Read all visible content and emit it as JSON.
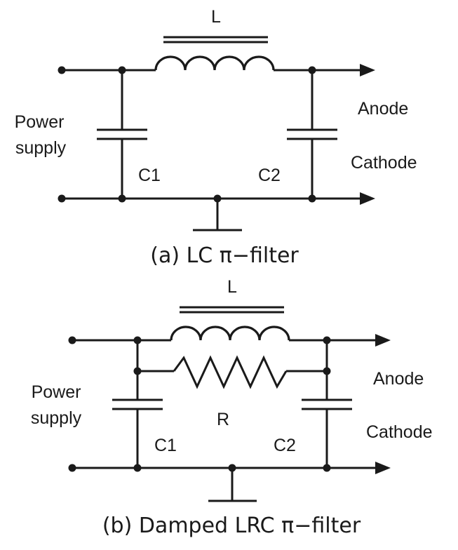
{
  "diagram_a": {
    "inductor_label": "L",
    "cap1_label": "C1",
    "cap2_label": "C2",
    "source_label_line1": "Power",
    "source_label_line2": "supply",
    "anode_label": "Anode",
    "cathode_label": "Cathode",
    "caption": "(a) LC π−filter"
  },
  "diagram_b": {
    "inductor_label": "L",
    "resistor_label": "R",
    "cap1_label": "C1",
    "cap2_label": "C2",
    "source_label_line1": "Power",
    "source_label_line2": "supply",
    "anode_label": "Anode",
    "cathode_label": "Cathode",
    "caption": "(b) Damped LRC π−filter"
  }
}
